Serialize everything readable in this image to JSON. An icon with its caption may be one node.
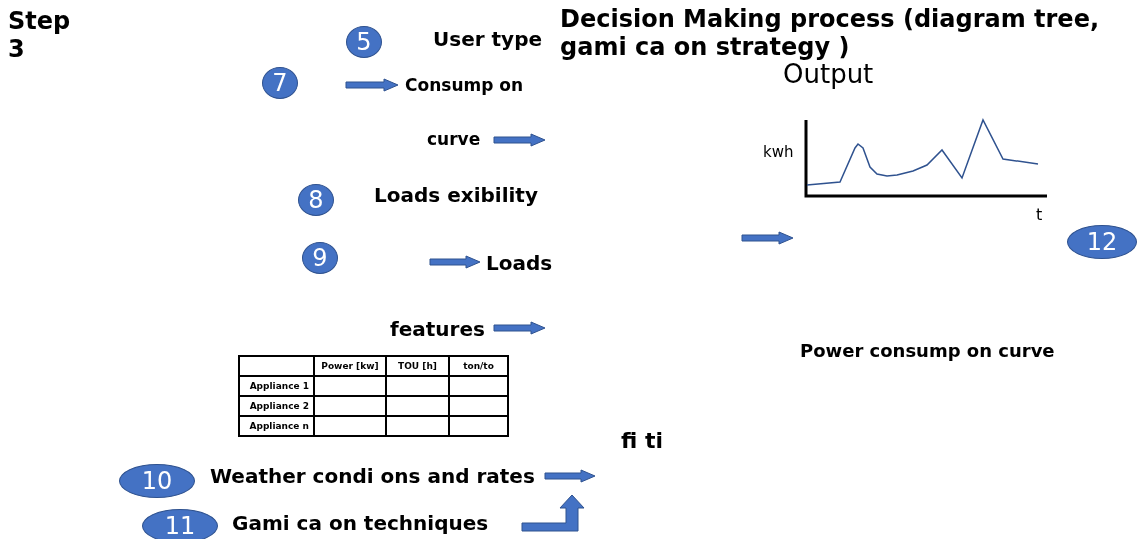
{
  "diagram": {
    "title": "Step 3",
    "nodes": [
      {
        "text": [
          "5"
        ]
      },
      {
        "text": [
          "7"
        ]
      },
      {
        "text": [
          "8"
        ]
      },
      {
        "text": [
          "9"
        ]
      },
      {
        "text": [
          "12"
        ]
      },
      {
        "text": [
          "10"
        ]
      },
      {
        "text": [
          "11"
        ]
      }
    ],
    "labels": [
      "User type",
      "Output",
      "Consump on",
      "Decision Making process (diagram tree, gami ca on strategy )",
      "curve",
      "kwh",
      "Loads exibility",
      "t",
      "Loads",
      "features",
      "Power consump on curve",
      "Power [kw]",
      "TOU [h]",
      "ton/to",
      "Appliance 1",
      "Appliance 2",
      "Appliance n",
      "fi ti",
      "Weather condi ons and rates",
      "Gami ca on techniques"
    ]
  }
}
